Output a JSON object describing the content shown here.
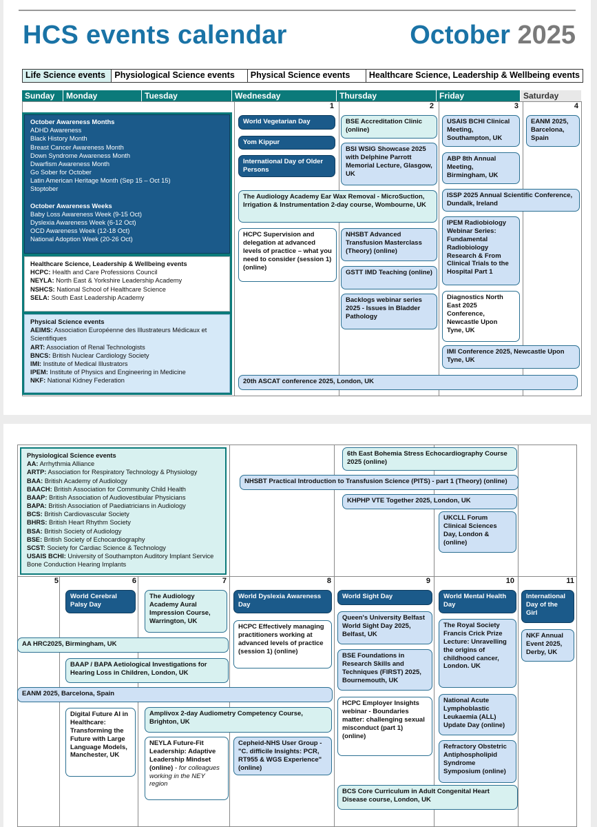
{
  "header": {
    "title": "HCS events calendar",
    "month": "October",
    "year": "2025"
  },
  "legend": [
    "Life Science events",
    "Physiological Science events",
    "Physical Science events",
    "Healthcare Science, Leadership & Wellbeing events"
  ],
  "days": [
    "Sunday",
    "Monday",
    "Tuesday",
    "Wednesday",
    "Thursday",
    "Friday",
    "Saturday"
  ],
  "week1_dates": [
    "1",
    "2",
    "3",
    "4"
  ],
  "week2_dates": [
    "5",
    "6",
    "7",
    "8",
    "9",
    "10",
    "11"
  ],
  "awareness": {
    "months_heading": "October Awareness Months",
    "months": [
      "ADHD Awareness",
      "Black History Month",
      "Breast Cancer Awareness Month",
      "Down Syndrome Awareness Month",
      "Dwarfism Awareness Month",
      "Go Sober for October",
      "Latin American Heritage Month (Sep 15 – Oct 15)",
      "Stoptober"
    ],
    "weeks_heading": "October Awareness Weeks",
    "weeks": [
      "Baby Loss Awareness Week (9-15 Oct)",
      "Dyslexia Awareness Week (6-12 Oct)",
      "OCD Awareness Week (12-18 Oct)",
      "National Adoption Week (20-26 Oct)"
    ]
  },
  "leadership_key": {
    "heading": "Healthcare Science, Leadership & Wellbeing events",
    "items": [
      {
        "abbr": "HCPC:",
        "full": " Health and Care Professions Council"
      },
      {
        "abbr": "NEYLA:",
        "full": " North East & Yorkshire Leadership Academy"
      },
      {
        "abbr": "NSHCS:",
        "full": " National School of Healthcare Science"
      },
      {
        "abbr": "SELA:",
        "full": " South East Leadership Academy"
      }
    ]
  },
  "physical_key": {
    "heading": "Physical Science events",
    "items": [
      {
        "abbr": "AEIMS:",
        "full": " Association Européenne des Illustrateurs Médicaux et Scientifiques"
      },
      {
        "abbr": "ART:",
        "full": " Association of Renal Technologists"
      },
      {
        "abbr": "BNCS:",
        "full": " British Nuclear Cardiology Society"
      },
      {
        "abbr": "IMI:",
        "full": " Institute of Medical Illustrators"
      },
      {
        "abbr": "IPEM:",
        "full": " Institute of Physics and Engineering in Medicine"
      },
      {
        "abbr": "NKF:",
        "full": " National Kidney Federation"
      }
    ]
  },
  "physiological_key": {
    "heading": "Physiological Science events",
    "items": [
      {
        "abbr": "AA:",
        "full": " Arrhythmia Alliance"
      },
      {
        "abbr": "ARTP:",
        "full": " Association for Respiratory Technology & Physiology"
      },
      {
        "abbr": "BAA:",
        "full": " British Academy of Audiology"
      },
      {
        "abbr": "BAACH:",
        "full": " British Association for Community Child Health"
      },
      {
        "abbr": "BAAP:",
        "full": " British Association of Audiovestibular Physicians"
      },
      {
        "abbr": "BAPA:",
        "full": " British Association of Paediatricians in Audiology"
      },
      {
        "abbr": "BCS:",
        "full": " British Cardiovascular Society"
      },
      {
        "abbr": "BHRS:",
        "full": " British Heart Rhythm Society"
      },
      {
        "abbr": "BSA:",
        "full": " British Society of Audiology"
      },
      {
        "abbr": "BSE:",
        "full": " British Society of Echocardiography"
      },
      {
        "abbr": "SCST:",
        "full": " Society for Cardiac Science & Technology"
      },
      {
        "abbr": "USAIS BCHI:",
        "full": " University of Southampton Auditory Implant Service Bone Conduction Hearing Implants"
      }
    ]
  },
  "events": {
    "e01": "World Vegetarian Day",
    "e02": "Yom Kippur",
    "e03": "International Day of Older Persons",
    "e04": "BSE Accreditation Clinic (online)",
    "e05": "BSI WSIG Showcase 2025 with Delphine Parrott Memorial Lecture, Glasgow, UK",
    "e06": "USAIS BCHI Clinical Meeting, Southampton, UK",
    "e07": "EANM 2025, Barcelona, Spain",
    "e08": "ABP 8th Annual Meeting, Birmingham, UK",
    "e09": "The Audiology Academy Ear Wax Removal - MicroSuction, Irrigation & Instrumentation 2-day course, Wombourne, UK",
    "e10": "ISSP 2025 Annual Scientific Conference, Dundalk, Ireland",
    "e11": "HCPC Supervision and delegation at advanced levels of practice – what you need to consider (session 1) (online)",
    "e12": "NHSBT Advanced Transfusion Masterclass (Theory) (online)",
    "e13": "IPEM Radiobiology Webinar Series: Fundamental Radiobiology Research & From Clinical Trials to the Hospital Part 1",
    "e14": "GSTT IMD Teaching (online)",
    "e15": "Backlogs webinar series 2025 - Issues in Bladder Pathology",
    "e16": "Diagnostics North East 2025 Conference, Newcastle Upon Tyne, UK",
    "e17": "IMI Conference 2025, Newcastle Upon Tyne, UK",
    "e18": "20th ASCAT conference 2025, London, UK",
    "e19": "6th East Bohemia Stress Echocardiography Course 2025 (online)",
    "e20": "NHSBT Practical Introduction to Transfusion Science (PITS) - part 1 (Theory) (online)",
    "e21": "KHPHP VTE Together 2025, London, UK",
    "e22": "UKCLL Forum Clinical Sciences Day, London & (online)",
    "e23": "World Cerebral Palsy Day",
    "e24": "The Audiology Academy Aural Impression Course, Warrington, UK",
    "e25": "World Dyslexia Awareness Day",
    "e26": "World Sight Day",
    "e27": "World Mental Health Day",
    "e28": "International Day of the Girl",
    "e29": "Queen's University Belfast World Sight Day 2025, Belfast, UK",
    "e30": "HCPC Effectively managing practitioners working at advanced levels of practice (session 1) (online)",
    "e31": "The Royal Society Francis Crick Prize Lecture: Unravelling the origins of childhood cancer, London. UK",
    "e32": "NKF Annual Event 2025, Derby, UK",
    "e33": "AA HRC2025, Birmingham, UK",
    "e34": "BSE Foundations in Research Skills and Techniques (FIRST) 2025, Bournemouth, UK",
    "e35": "BAAP / BAPA Aetiological Investigations for Hearing Loss in Children, London, UK",
    "e36": "EANM 2025, Barcelona, Spain",
    "e37": "Digital Future AI in Healthcare: Transforming the Future with Large Language Models, Manchester, UK",
    "e38": "Amplivox 2-day Audiometry Competency Course, Brighton, UK",
    "e39": "HCPC Employer Insights webinar - Boundaries matter: challenging sexual misconduct (part 1) (online)",
    "e40": "National Acute Lymphoblastic Leukaemia (ALL) Update Day (online)",
    "e41": "NEYLA Future-Fit Leadership: Adaptive Leadership Mindset (online)",
    "e41b": " - for colleagues working in the NEY region",
    "e42": "Cepheid-NHS User Group - \"C. difficile Insights: PCR, RT955 & WGS Experience\" (online)",
    "e43": "Refractory Obstetric Antiphospholipid Syndrome Symposium (online)",
    "e44": "BCS Core Curriculum in Adult Congenital Heart Disease course, London, UK"
  }
}
